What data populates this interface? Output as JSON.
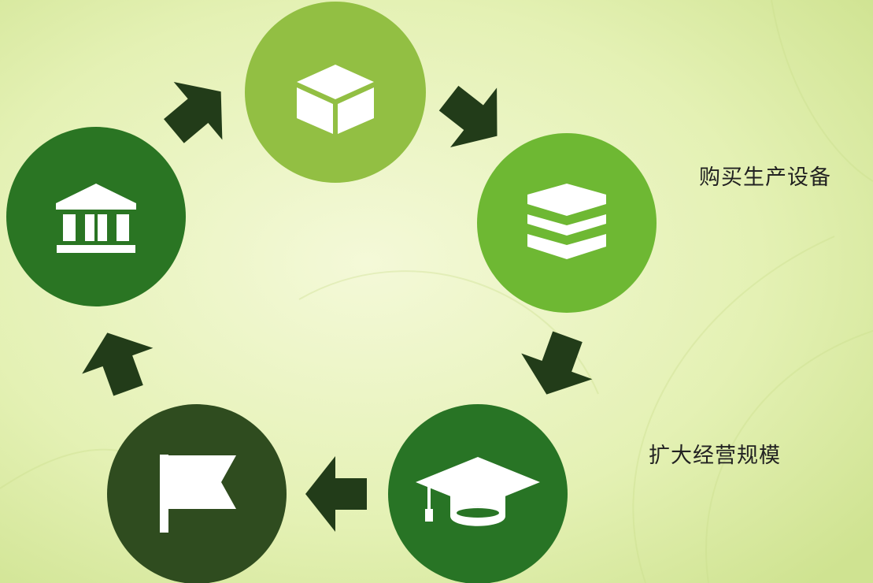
{
  "colors": {
    "bg_light": "#f4f9d8",
    "bg_mid": "#e4f1b4",
    "bg_edge": "#cfe391",
    "arrow": "#223c19",
    "icon": "#ffffff"
  },
  "cycle": {
    "nodes": [
      {
        "id": "box",
        "icon": "cube-icon",
        "color": "#92bf43"
      },
      {
        "id": "layers",
        "icon": "layers-icon",
        "color": "#6eb833"
      },
      {
        "id": "education",
        "icon": "graduation-cap-icon",
        "color": "#287425"
      },
      {
        "id": "flag",
        "icon": "flag-icon",
        "color": "#2f4c1f"
      },
      {
        "id": "institution",
        "icon": "bank-icon",
        "color": "#2a7523"
      }
    ]
  },
  "labels": {
    "purchase_equipment": "购买生产设备",
    "expand_operations": "扩大经营规模"
  }
}
